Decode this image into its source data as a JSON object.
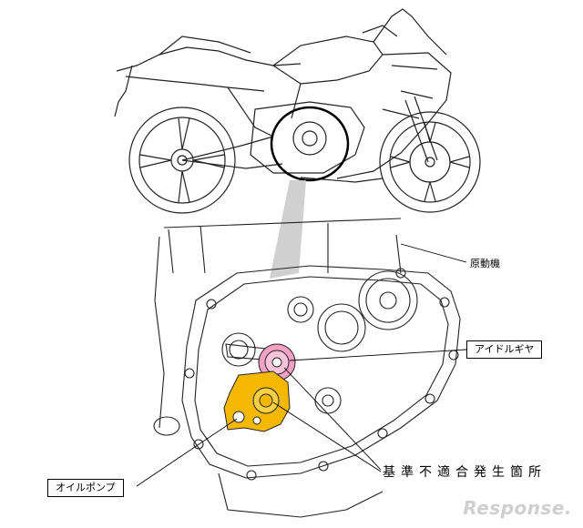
{
  "labels": {
    "engine": "原動機",
    "idle_gear": "アイドルギヤ",
    "oil_pump": "オイルポンプ",
    "defect_location": "基準不適合発生箇所"
  },
  "watermark": "Response.",
  "colors": {
    "line": "#222222",
    "oil_pump_fill": "#f5b800",
    "idle_gear_fill": "#f2a0c4",
    "zoom_cone": "#c8c8c8"
  }
}
